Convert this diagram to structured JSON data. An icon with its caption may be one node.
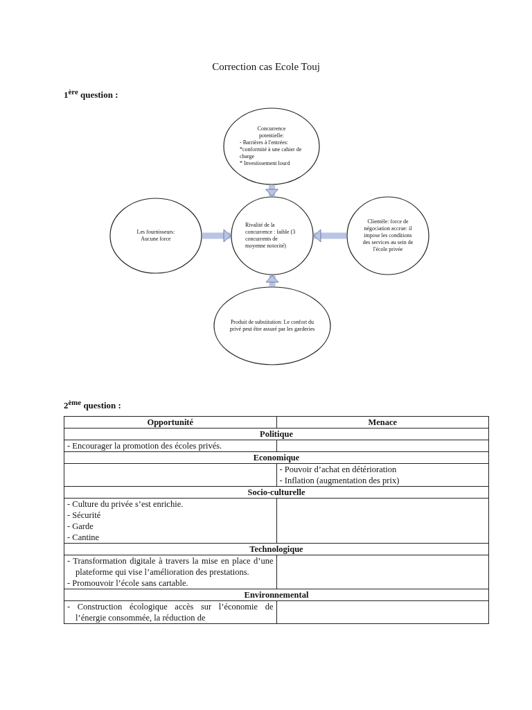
{
  "diagram": {
    "title": "Correction cas Ecole Touj",
    "nodes": [
      {
        "text": [
          "Concurrence potentielle:",
          "- Barrières à l'entrées:",
          "*conformité à une cahier de charge",
          "* Investissement lourd"
        ]
      },
      {
        "text": [
          "Les fournisseurs: Aucune force"
        ]
      },
      {
        "text": [
          "Rivalité de la concurrence : faible (3 concurrents de moyenne notorité)"
        ]
      },
      {
        "text": [
          "Clientèle: force de négociation accrue: il impose les conditions des services au sein de l'école privée"
        ]
      },
      {
        "text": [
          "Produit de substitution: Le confort du privé peut être assuré par les garderies"
        ]
      }
    ],
    "edges": [
      {
        "from": 0,
        "to": 2,
        "arrow": "to"
      },
      {
        "from": 1,
        "to": 2,
        "arrow": "to"
      },
      {
        "from": 3,
        "to": 2,
        "arrow": "to"
      },
      {
        "from": 4,
        "to": 2,
        "arrow": "to"
      }
    ],
    "labels": [
      "1$^{ère}$ question :",
      "2$^{ème}$ question :",
      "Opportunité",
      "Menace",
      "Politique",
      "- Encourager la promotion des écoles privés.",
      "Economique",
      "- Pouvoir d’achat en détérioration",
      "- Inflation (augmentation des prix)",
      "Socio-culturelle",
      "- Culture du privée s’est enrichie.",
      "- Sécurité",
      "- Garde",
      "- Cantine",
      "Technologique",
      "- Transformation digitale à travers la mise en place d’une plateforme qui vise l’amélioration des prestations.",
      "- Promouvoir l’école sans cartable.",
      "Environnemental",
      "- Construction écologique accès sur l’économie de l’énergie consommée, la réduction de"
    ]
  }
}
